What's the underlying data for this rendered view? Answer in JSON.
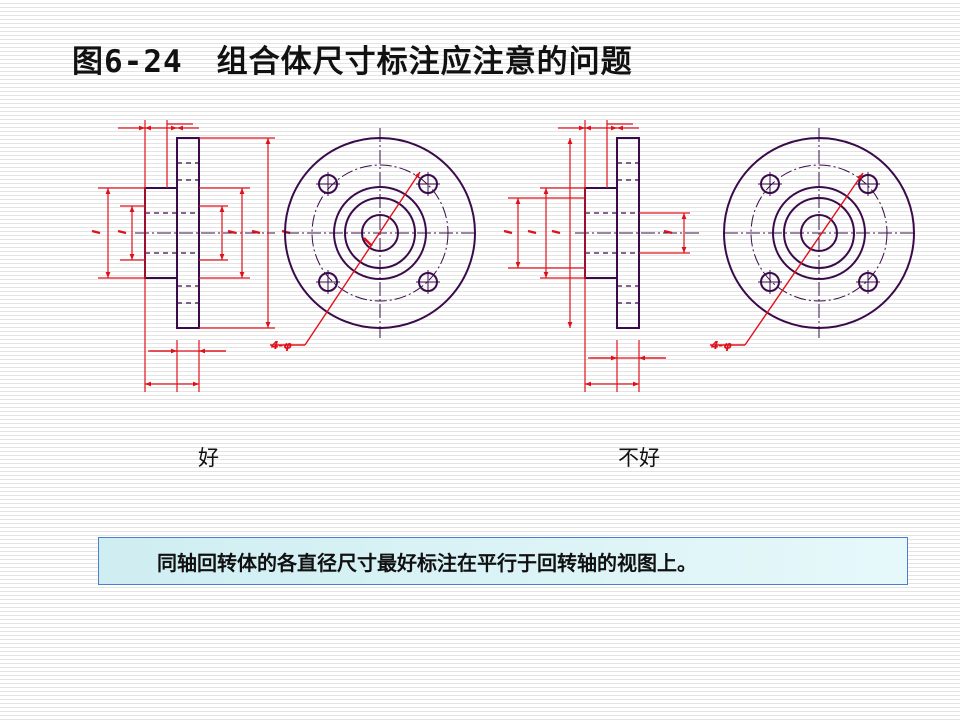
{
  "title": {
    "figure_number": "图6-24",
    "text": "组合体尺寸标注应注意的问题"
  },
  "examples": [
    {
      "label": "好",
      "dim_label": "4-φ"
    },
    {
      "label": "不好",
      "dim_label": "4-φ"
    }
  ],
  "note": "同轴回转体的各直径尺寸最好标注在平行于回转轴的视图上。",
  "colors": {
    "outline": "#3a0a4a",
    "dimension": "#e0101a",
    "note_border": "#4a7fd0",
    "note_fill": "#d8f3f6"
  }
}
